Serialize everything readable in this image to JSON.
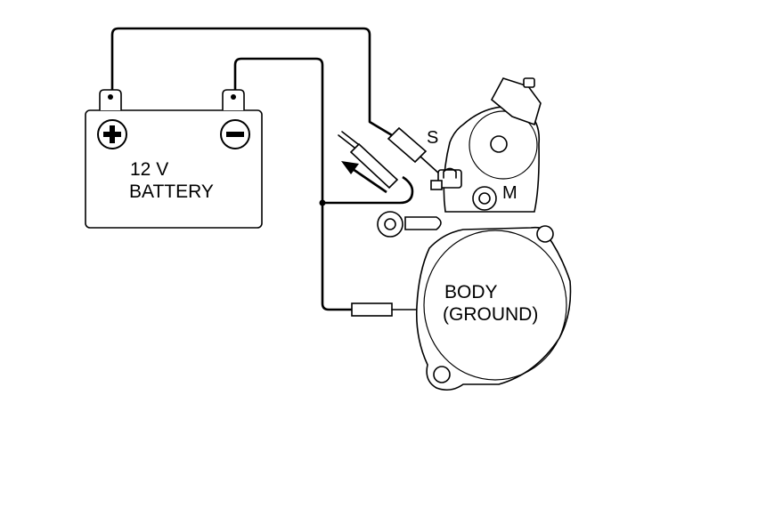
{
  "battery": {
    "voltage_label": "12 V",
    "name_label": "BATTERY"
  },
  "starter": {
    "terminal_s": "S",
    "terminal_m": "M",
    "body_line1": "BODY",
    "body_line2": "(GROUND)"
  }
}
